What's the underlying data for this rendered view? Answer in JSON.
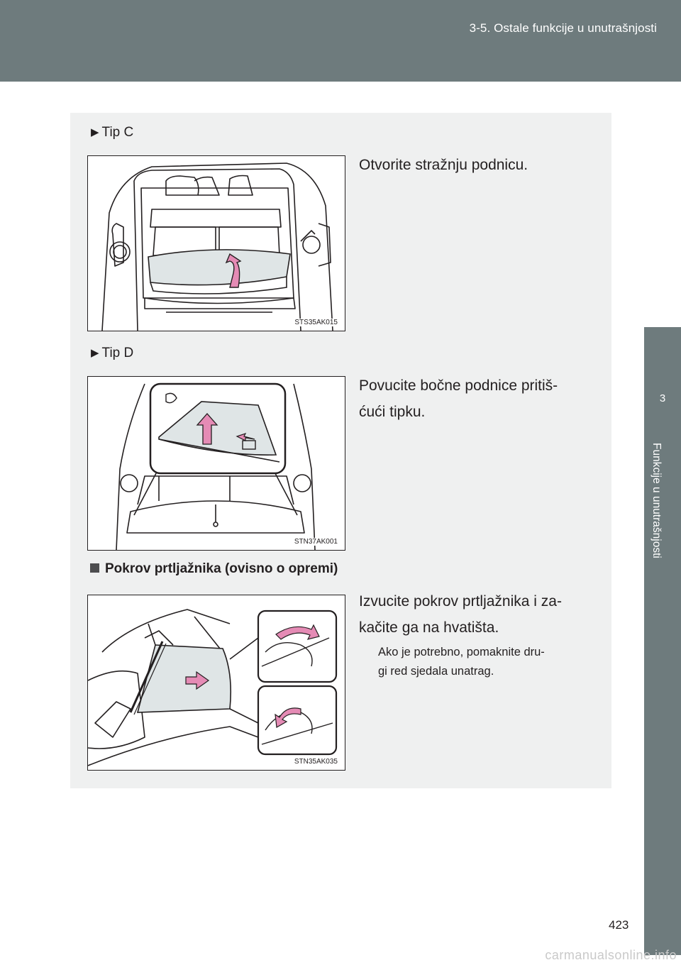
{
  "header": {
    "section_title": "3-5. Ostale funkcije u unutrašnjosti"
  },
  "side_tab": {
    "chapter_number": "3",
    "chapter_title": "Funkcije u unutrašnjosti"
  },
  "type_c": {
    "label": "Tip C",
    "instruction": "Otvorite stražnju podnicu.",
    "figure_code": "STS35AK015"
  },
  "type_d": {
    "label": "Tip D",
    "instruction_line1": "Povucite bočne podnice pritiš-",
    "instruction_line2": "ćući tipku.",
    "figure_code": "STN37AK001"
  },
  "cover_section": {
    "title": "Pokrov prtljažnika (ovisno o opremi)",
    "instruction_line1": "Izvucite pokrov prtljažnika i za-",
    "instruction_line2": "kačite ga na hvatišta.",
    "note_line1": "Ako je potrebno, pomaknite dru-",
    "note_line2": "gi red sjedala unatrag.",
    "figure_code": "STN35AK035"
  },
  "page_number": "423",
  "footer_url": "carmanualsonline.info",
  "colors": {
    "header_bg": "#6e7b7d",
    "panel_bg": "#eff0f0",
    "arrow_pink": "#e58bb5"
  }
}
